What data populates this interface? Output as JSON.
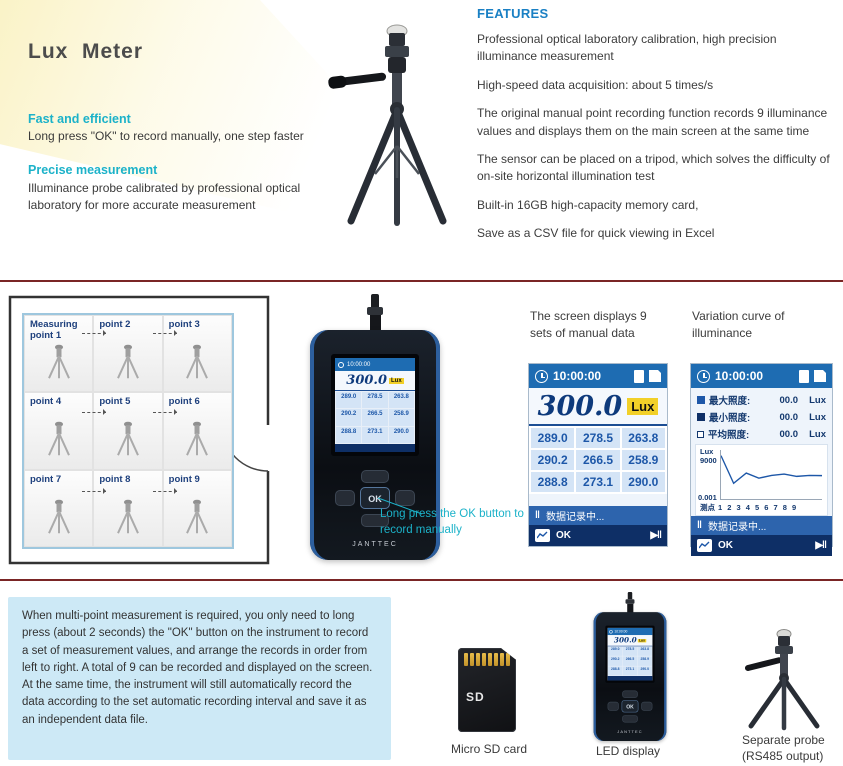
{
  "colors": {
    "accent-cyan": "#1cb2c9",
    "feature-blue": "#1a80c4",
    "divider-maroon": "#7a2525",
    "box-blue": "#cde9f6",
    "lcd-header-blue": "#1e6cb2",
    "lcd-navy": "#0e2f66",
    "lcd-value-blue": "#0e3a7c",
    "highlight-yellow": "#f2d028"
  },
  "header": {
    "title": "Lux  Meter"
  },
  "intro": {
    "fast_heading": "Fast and efficient",
    "fast_text": "Long press \"OK\" to record manually, one step faster",
    "precise_heading": "Precise measurement",
    "precise_text": "Illuminance probe calibrated by professional optical laboratory for more accurate measurement"
  },
  "features": {
    "heading": "FEATURES",
    "items": [
      "Professional optical laboratory calibration, high precision illuminance measurement",
      "High-speed data acquisition: about 5 times/s",
      "The original manual point recording function records 9 illuminance values and displays them on the main screen at the same time",
      "The sensor can be placed on a tripod, which solves the difficulty of on-site horizontal illumination test",
      "Built-in 16GB high-capacity memory card,",
      "Save as a CSV file for quick viewing in Excel"
    ]
  },
  "floorplan": {
    "labels": [
      "Measuring point 1",
      "point 2",
      "point 3",
      "point 4",
      "point 5",
      "point 6",
      "point 7",
      "point 8",
      "point 9"
    ]
  },
  "device": {
    "brand": "JANTTEC",
    "ok_button": "OK"
  },
  "screens": {
    "time": "10:00:00",
    "caption_manual": "The screen displays 9 sets of manual data",
    "caption_curve": "Variation curve of illuminance",
    "manual": {
      "value": "300.0",
      "unit": "Lux",
      "grid": [
        [
          "289.0",
          "278.5",
          "263.8"
        ],
        [
          "290.2",
          "266.5",
          "258.9"
        ],
        [
          "288.8",
          "273.1",
          "290.0"
        ]
      ],
      "status": "数据记录中...",
      "ok": "OK",
      "pause_icon": "‖",
      "play_pause_icon": "▶‖"
    },
    "curve": {
      "legend": [
        {
          "label": "最大照度:",
          "value": "00.0",
          "unit": "Lux"
        },
        {
          "label": "最小照度:",
          "value": "00.0",
          "unit": "Lux"
        },
        {
          "label": "平均照度:",
          "value": "00.0",
          "unit": "Lux"
        }
      ],
      "y_unit": "Lux",
      "y_max": "9000",
      "y_min": "0.001",
      "x_label": "测点",
      "x_ticks": "1 2 3 4 5 6 7 8 9",
      "status": "数据记录中...",
      "ok": "OK",
      "pause_icon": "‖",
      "play_pause_icon": "▶‖"
    }
  },
  "callout": "Long press the OK button to record manually",
  "bottom": {
    "paragraph": "When multi-point measurement is required, you only need to long press (about 2 seconds) the \"OK\" button on the instrument to record a set of measurement values, and arrange the records in order from left to right. A total of 9 can be recorded and displayed on the screen. At the same time, the instrument will still automatically record the data according to the set automatic recording interval and save it as an independent data file.",
    "sd_text": "SD",
    "sd_label": "Micro SD card",
    "led_label": "LED display",
    "probe_label_line1": "Separate probe",
    "probe_label_line2": "(RS485 output)"
  },
  "chart_data": {
    "type": "line",
    "title": "Variation curve of illuminance",
    "x": [
      1,
      2,
      3,
      4,
      5,
      6,
      7,
      8,
      9
    ],
    "values": [
      8600,
      2600,
      4800,
      3700,
      4300,
      4600,
      4100,
      4300,
      4250
    ],
    "xlabel": "测点",
    "ylabel": "Lux",
    "ylim": [
      0,
      9000
    ],
    "y_axis_labels": [
      "0.001",
      "9000"
    ]
  }
}
